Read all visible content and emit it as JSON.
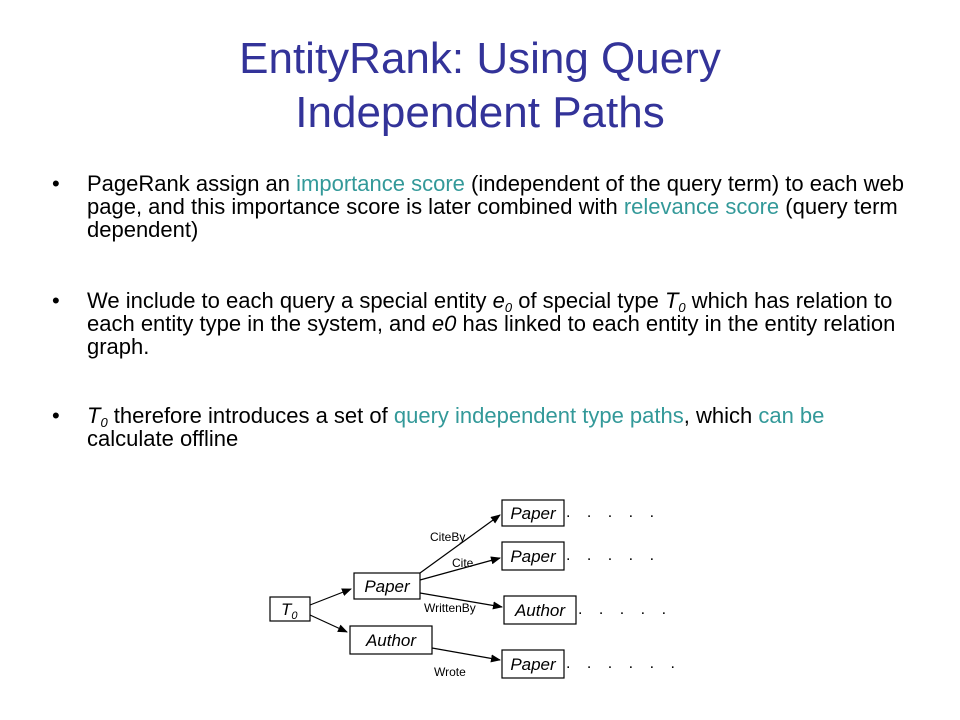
{
  "slide": {
    "title_line1": "EntityRank: Using Query",
    "title_line2": "Independent Paths",
    "bullet_char": "•",
    "colors": {
      "title": "#333399",
      "highlight": "#339999",
      "text": "#000000"
    },
    "bullet1": {
      "pre": "PageRank assign an ",
      "hl1": "importance score",
      "mid": " (independent of the query term) to each web page, and this importance score is later combined with ",
      "hl2": "relevance score",
      "post": " (query term dependent)"
    },
    "bullet2": {
      "pre": "We include to each query a special entity ",
      "e_var": "e",
      "e_sub": "0",
      "mid": " of special type ",
      "t_var": "T",
      "t_sub": "0",
      "mid2": " which has relation to each entity type in the system, and ",
      "e0": "e0",
      "post": " has linked to each entity in the entity relation graph."
    },
    "bullet3": {
      "t_var": "T",
      "t_sub": "0",
      "pre": " therefore introduces a set of ",
      "hl1": "query independent type paths",
      "mid": ", which ",
      "hl2": "can be",
      "post": " calculate offline"
    }
  },
  "diagram": {
    "root": {
      "var": "T",
      "sub": "0"
    },
    "paper": "Paper",
    "author": "Author",
    "leaf1": "Paper",
    "leaf2": "Paper",
    "leaf3": "Author",
    "leaf4": "Paper",
    "edge_citeby": "CiteBy",
    "edge_cite": "Cite",
    "edge_writtenby": "WrittenBy",
    "edge_wrote": "Wrote",
    "dots1": ". . . . .",
    "dots2": ". . . . .",
    "dots3": ". . . . .",
    "dots4": ". . . . . ."
  }
}
